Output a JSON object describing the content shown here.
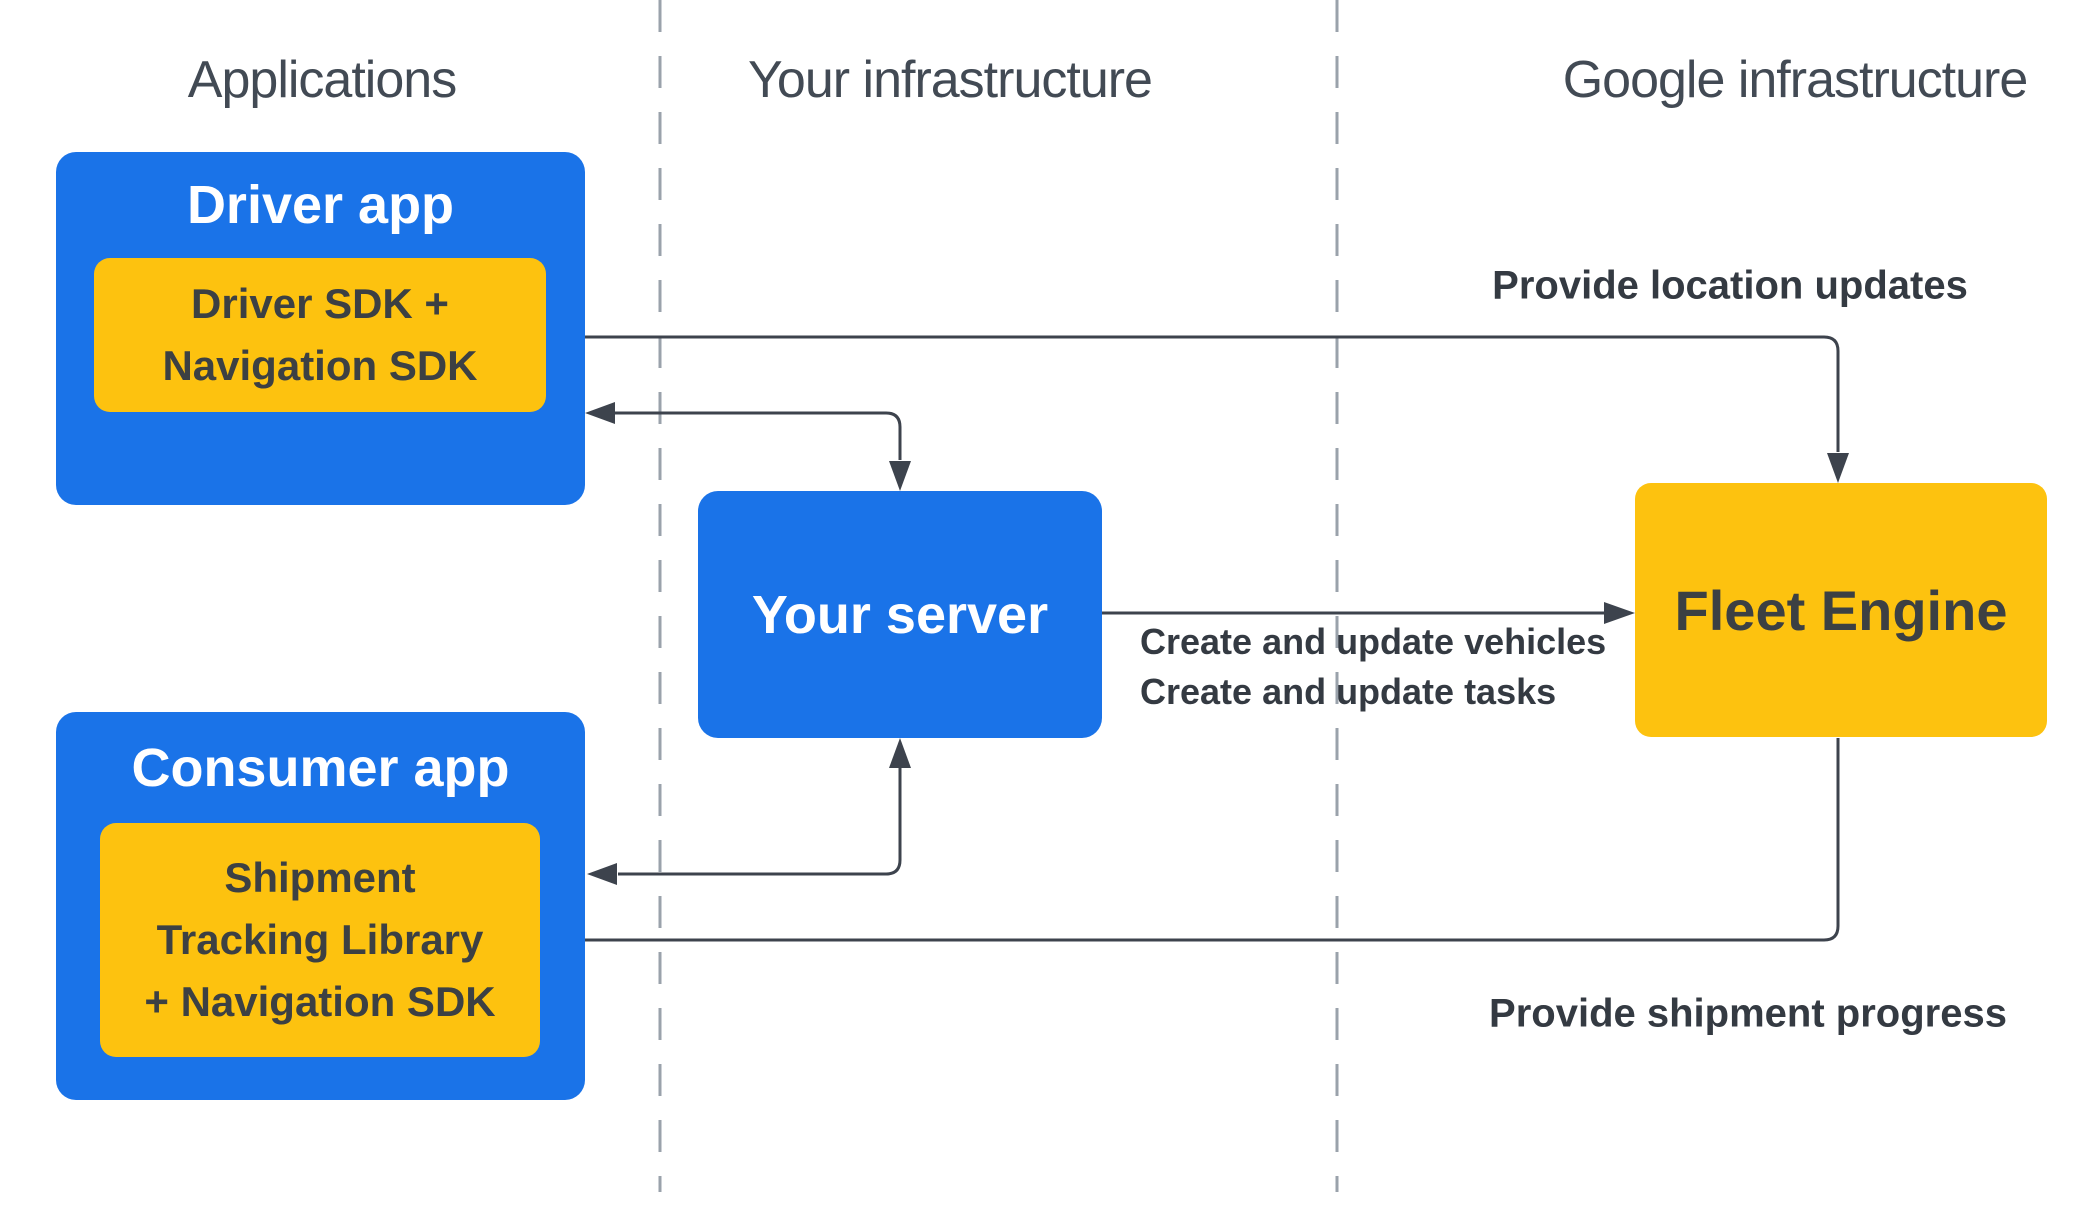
{
  "colors": {
    "blue": "#1a73e8",
    "yellow": "#fdc20f",
    "line": "#3d434d",
    "ink": "#3c4043",
    "header": "#424a54",
    "divider": "#9aa2ab",
    "light": "#ffffff"
  },
  "columns": [
    {
      "label": "Applications"
    },
    {
      "label": "Your infrastructure"
    },
    {
      "label": "Google infrastructure"
    }
  ],
  "nodes": {
    "driver_app": {
      "title": "Driver app",
      "sdk_lines": [
        "Driver SDK +",
        "Navigation SDK"
      ]
    },
    "consumer_app": {
      "title": "Consumer app",
      "sdk_lines": [
        "Shipment",
        "Tracking Library",
        "+ Navigation SDK"
      ]
    },
    "your_server": {
      "title": "Your server"
    },
    "fleet_engine": {
      "title": "Fleet Engine"
    }
  },
  "edge_labels": {
    "location_updates": "Provide location updates",
    "create_vehicles": "Create and update vehicles",
    "create_tasks": "Create and update tasks",
    "shipment_progress": "Provide shipment progress"
  }
}
